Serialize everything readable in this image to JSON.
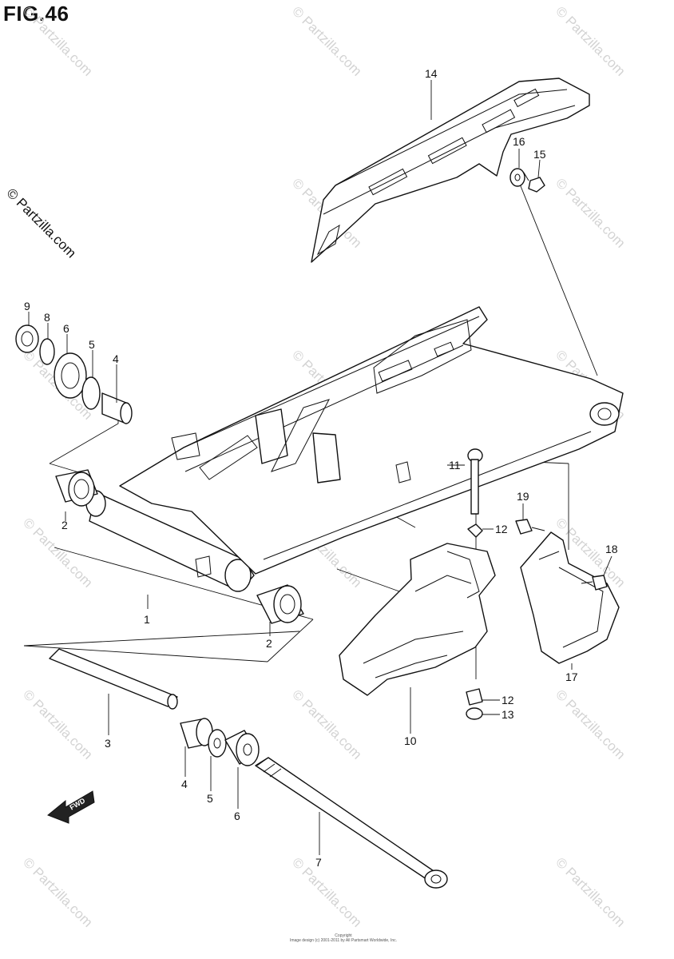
{
  "figure": {
    "title": "FIG.46",
    "side_watermark": "© Partzilla.com",
    "repeat_watermark": "© Partzilla.com",
    "fwd_label": "FWD",
    "footer_line1": "Copyright",
    "footer_line2": "Image design (c) 2001-2011 by All Partsmart Worldwide, Inc."
  },
  "callouts": [
    {
      "id": "callout-9",
      "label": "9"
    },
    {
      "id": "callout-8",
      "label": "8"
    },
    {
      "id": "callout-6-top",
      "label": "6"
    },
    {
      "id": "callout-5-top",
      "label": "5"
    },
    {
      "id": "callout-4-top",
      "label": "4"
    },
    {
      "id": "callout-14",
      "label": "14"
    },
    {
      "id": "callout-16",
      "label": "16"
    },
    {
      "id": "callout-15",
      "label": "15"
    },
    {
      "id": "callout-11",
      "label": "11"
    },
    {
      "id": "callout-19",
      "label": "19"
    },
    {
      "id": "callout-12-top",
      "label": "12"
    },
    {
      "id": "callout-18",
      "label": "18"
    },
    {
      "id": "callout-2-left",
      "label": "2"
    },
    {
      "id": "callout-1",
      "label": "1"
    },
    {
      "id": "callout-2-bottom",
      "label": "2"
    },
    {
      "id": "callout-17",
      "label": "17"
    },
    {
      "id": "callout-3",
      "label": "3"
    },
    {
      "id": "callout-12-bottom",
      "label": "12"
    },
    {
      "id": "callout-13",
      "label": "13"
    },
    {
      "id": "callout-10",
      "label": "10"
    },
    {
      "id": "callout-4-bottom",
      "label": "4"
    },
    {
      "id": "callout-5-bottom",
      "label": "5"
    },
    {
      "id": "callout-6-bottom",
      "label": "6"
    },
    {
      "id": "callout-7",
      "label": "7"
    }
  ]
}
